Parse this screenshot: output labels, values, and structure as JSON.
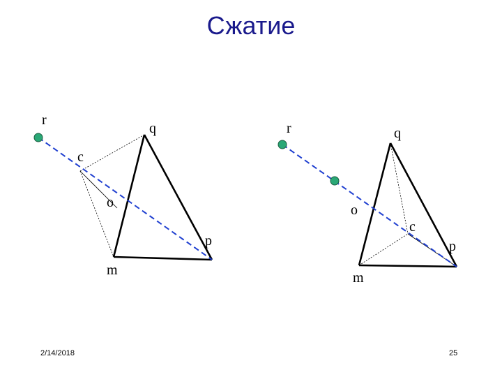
{
  "slide": {
    "title": "Сжатие",
    "date": "2/14/2018",
    "page_number": "25"
  },
  "colors": {
    "title": "#1a1a8c",
    "dashed_line": "#1f3fd0",
    "point_fill": "#2aa876"
  },
  "left_figure": {
    "labels": {
      "r": "r",
      "q": "q",
      "c": "c",
      "o": "o",
      "p": "p",
      "m": "m"
    }
  },
  "right_figure": {
    "labels": {
      "r": "r",
      "q": "q",
      "c": "c",
      "o": "o",
      "p": "p",
      "m": "m"
    }
  }
}
